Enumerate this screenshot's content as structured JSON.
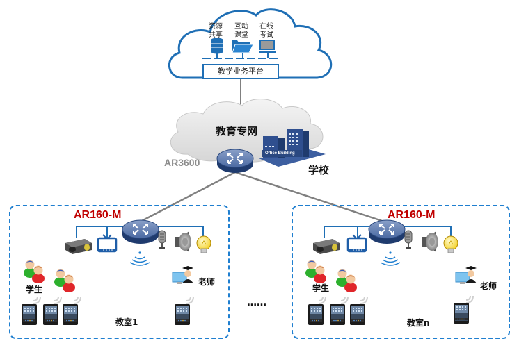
{
  "cloud": {
    "services": [
      {
        "label_line1": "资源",
        "label_line2": "共享",
        "icon": "database-icon"
      },
      {
        "label_line1": "互动",
        "label_line2": "课堂",
        "icon": "folder-icon"
      },
      {
        "label_line1": "在线",
        "label_line2": "考试",
        "icon": "computer-icon"
      }
    ],
    "platform_label": "教学业务平台"
  },
  "network": {
    "label": "教育专网",
    "core_router": "AR3600",
    "school_label": "学校",
    "building_text": "Office Building"
  },
  "classrooms": [
    {
      "name": "教室1",
      "router": "AR160-M",
      "students_label": "学生",
      "teacher_label": "老师",
      "devices": [
        "projector-icon",
        "tv-icon",
        "microphone-icon",
        "speaker-icon",
        "light-bulb-icon"
      ]
    },
    {
      "name": "教室n",
      "router": "AR160-M",
      "students_label": "学生",
      "teacher_label": "老师",
      "devices": [
        "projector-icon",
        "tv-icon",
        "microphone-icon",
        "speaker-icon",
        "light-bulb-icon"
      ]
    }
  ],
  "ellipsis": "……",
  "colors": {
    "accent_blue": "#1f6fb5",
    "router_label_red": "#c00000",
    "dashed_border": "#1f7fd0",
    "link_gray": "#808080"
  }
}
